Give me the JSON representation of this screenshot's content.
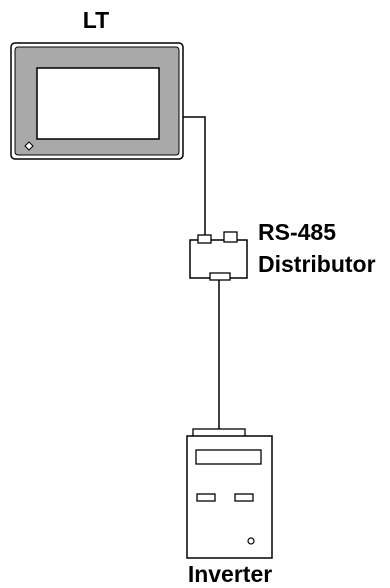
{
  "diagram": {
    "devices": {
      "lt": {
        "label": "LT"
      },
      "distributor": {
        "label_line1": "RS-485",
        "label_line2": "Distributor"
      },
      "inverter": {
        "label": "Inverter"
      }
    },
    "colors": {
      "stroke": "#000000",
      "panel_fill": "#a9a9a9",
      "background": "#ffffff"
    }
  }
}
